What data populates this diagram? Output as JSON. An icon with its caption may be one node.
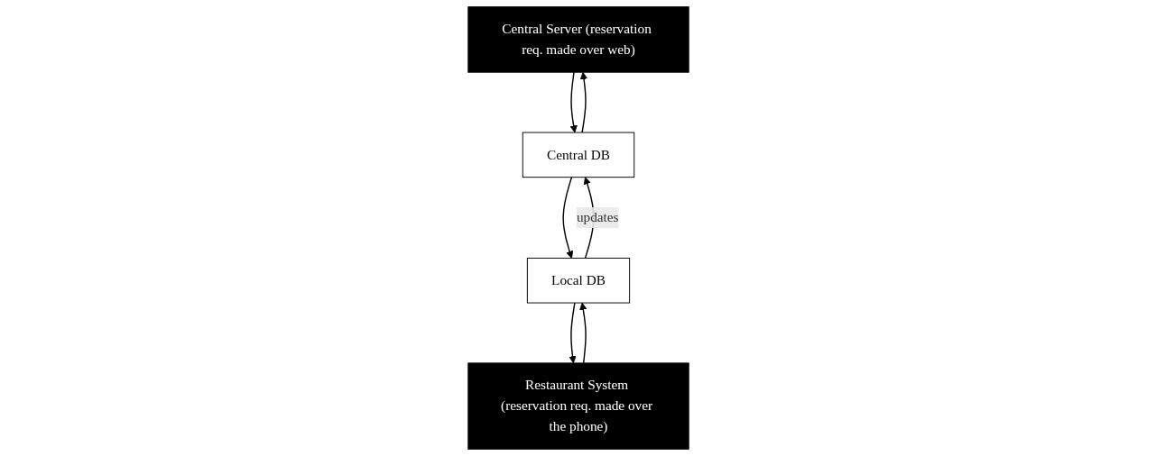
{
  "diagram": {
    "nodes": [
      {
        "text": [
          "Central Server (reservation req. made over web)"
        ]
      },
      {
        "text": [
          "Restaurant System (reservation req. made over the phone)"
        ]
      },
      {
        "text": [
          "Local DB"
        ]
      },
      {
        "text": [
          "Central DB"
        ]
      }
    ],
    "edges": [
      {
        "from": 0,
        "to": 3,
        "arrow": "to"
      },
      {
        "from": 3,
        "to": 0,
        "arrow": "to"
      },
      {
        "from": 1,
        "to": 2,
        "arrow": "to"
      },
      {
        "from": 2,
        "to": 1,
        "arrow": "to"
      },
      {
        "from": 2,
        "to": 3,
        "arrow": "to",
        "label": "updates"
      },
      {
        "from": 3,
        "to": 2,
        "arrow": "to"
      }
    ]
  }
}
